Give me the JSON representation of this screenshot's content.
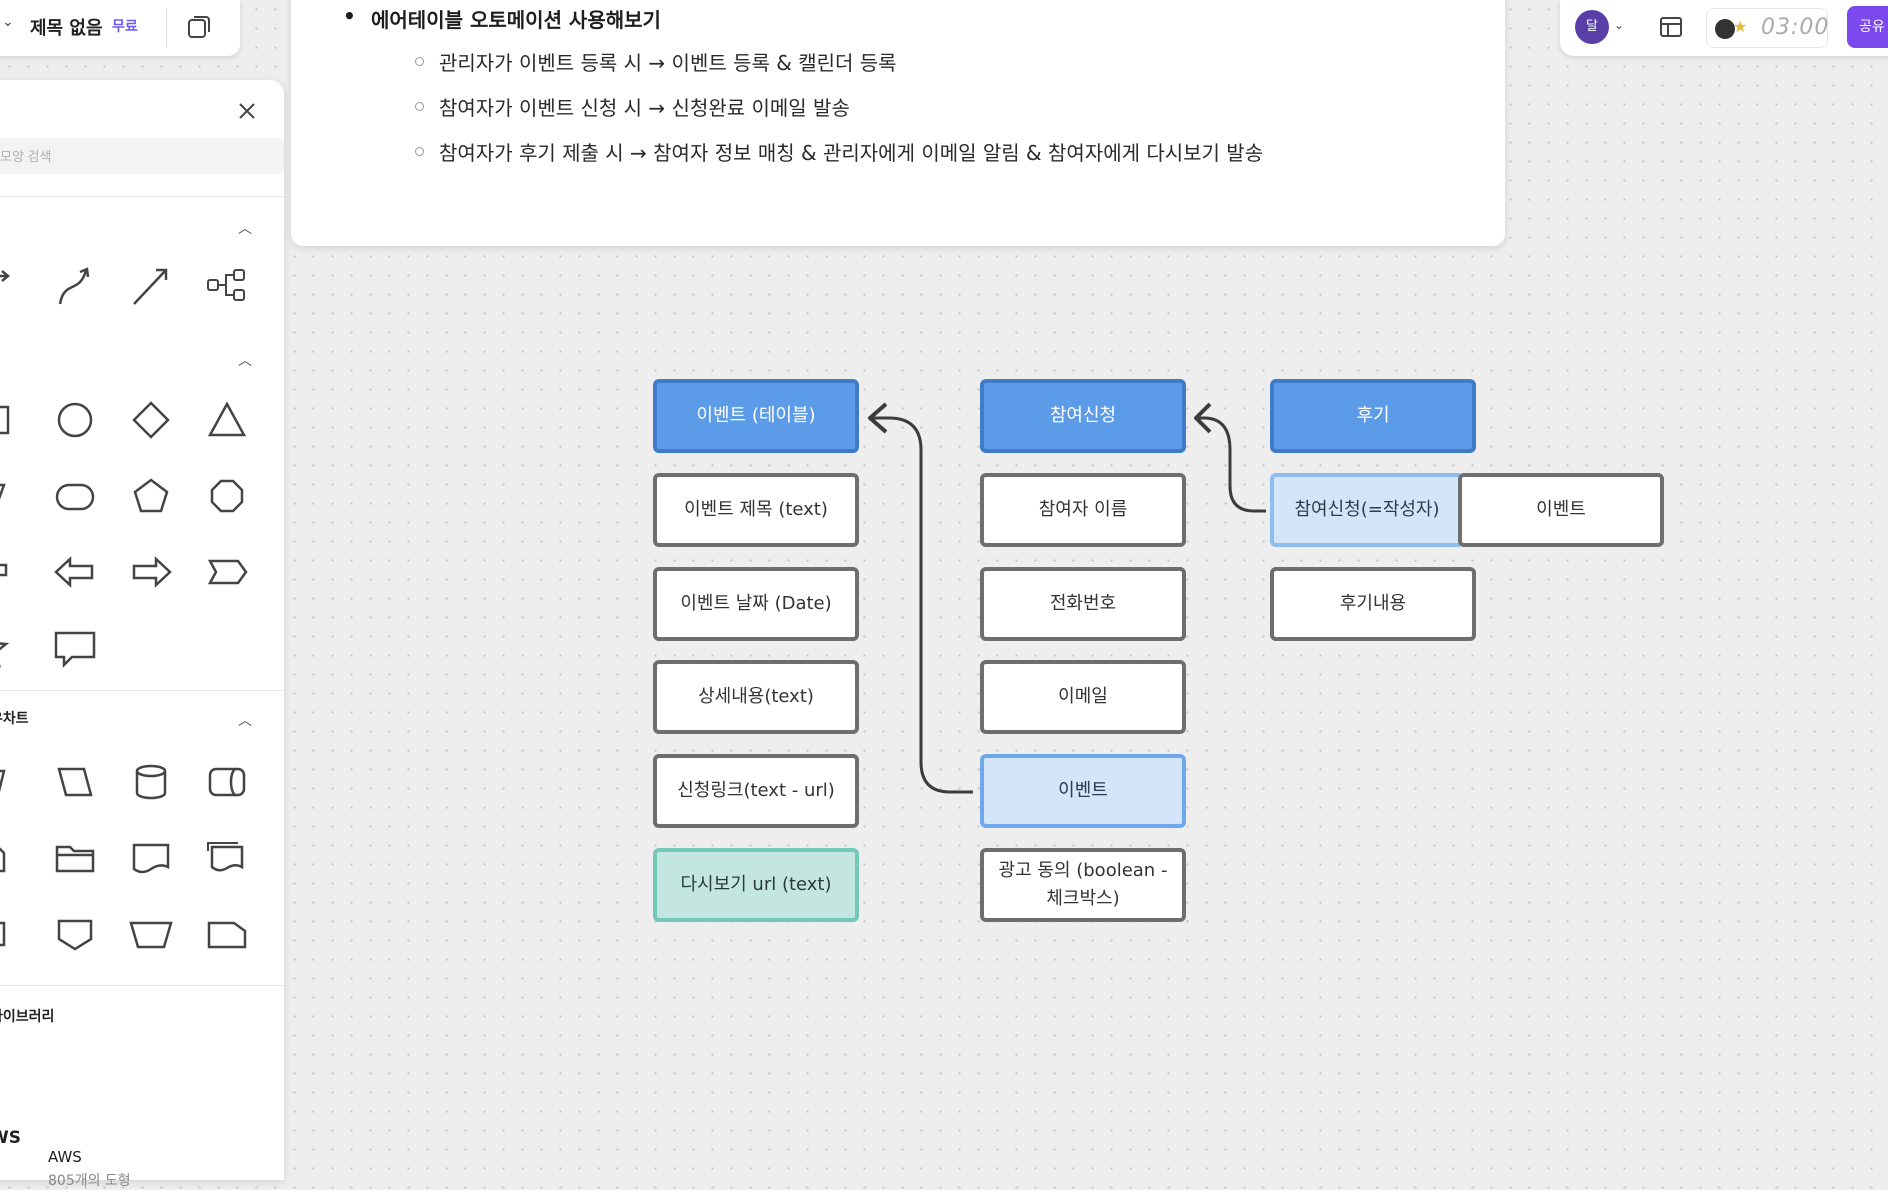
{
  "titlebar": {
    "name": "제목 없음",
    "plan": "무료"
  },
  "panel": {
    "search_placeholder": "모양 검색",
    "flowchart_label": "우차트",
    "library_label": "라이브러리",
    "library": {
      "logo": "WS",
      "name": "AWS",
      "count": "805개의 도형"
    }
  },
  "note": {
    "heading": "에어테이블 오토메이션 사용해보기",
    "items": [
      "관리자가 이벤트 등록 시 → 이벤트 등록 & 캘린더 등록",
      "참여자가 이벤트 신청 시 → 신청완료 이메일 발송",
      "참여자가 후기 제출 시 → 참여자 정보 매칭 & 관리자에게 이메일 알림 & 참여자에게 다시보기 발송"
    ]
  },
  "toolbar": {
    "avatar": "달",
    "timer": "03:00",
    "share": "공유"
  },
  "diagram": {
    "event_table": {
      "header": "이벤트 (테이블)",
      "fields": [
        "이벤트 제목 (text)",
        "이벤트 날짜 (Date)",
        "상세내용(text)",
        "신청링크(text - url)",
        "다시보기 url (text)"
      ]
    },
    "application_table": {
      "header": "참여신청",
      "fields": [
        "참여자 이름",
        "전화번호",
        "이메일",
        "이벤트",
        "광고 동의 (boolean -\n체크박스)"
      ]
    },
    "review_table": {
      "header": "후기",
      "link_field": "참여신청(=작성자)",
      "link_field_extra": "이벤트",
      "fields": [
        "후기내용"
      ]
    }
  },
  "colors": {
    "header_blue": "#5b9be8",
    "link_light_blue": "#d3e5f8",
    "teal": "#c3e7e0",
    "accent_purple": "#7b49ee"
  }
}
